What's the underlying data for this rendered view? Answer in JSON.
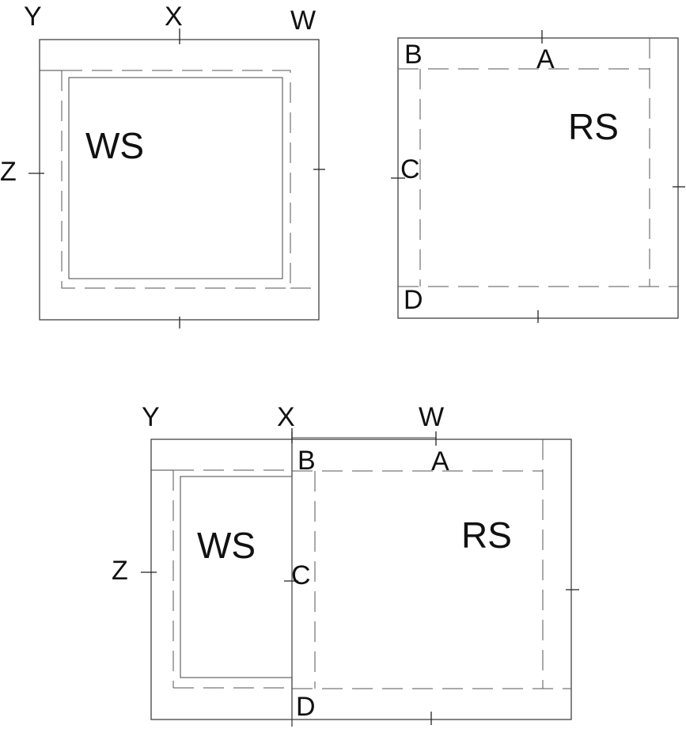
{
  "top_left": {
    "label_y": "Y",
    "label_x": "X",
    "label_w": "W",
    "label_z": "Z",
    "region": "WS"
  },
  "top_right": {
    "label_b": "B",
    "label_a": "A",
    "label_c": "C",
    "label_d": "D",
    "region": "RS"
  },
  "bottom": {
    "label_y": "Y",
    "label_x": "X",
    "label_w": "W",
    "label_z": "Z",
    "label_b": "B",
    "label_a": "A",
    "label_c": "C",
    "label_d": "D",
    "region_ws": "WS",
    "region_rs": "RS"
  }
}
